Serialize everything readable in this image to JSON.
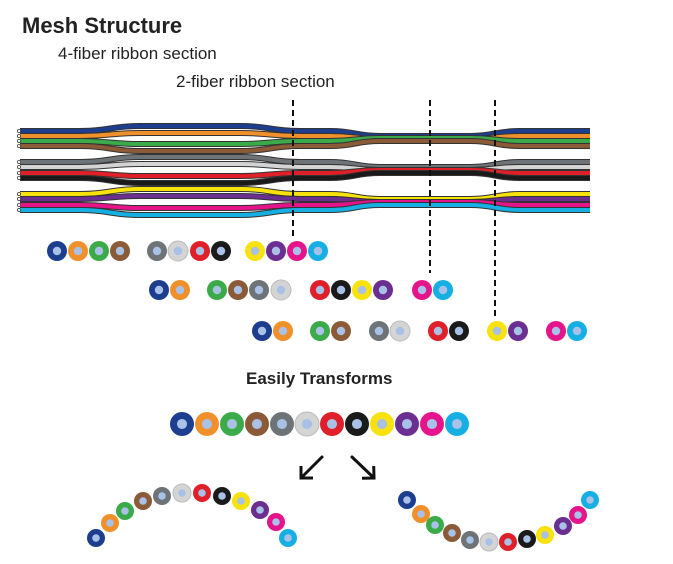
{
  "title": "Mesh Structure",
  "label_4fiber": "4-fiber ribbon section",
  "label_2fiber": "2-fiber ribbon section",
  "transform_label": "Easily Transforms",
  "fiber_colors": [
    {
      "name": "blue",
      "hex": "#1d3d8f"
    },
    {
      "name": "orange",
      "hex": "#f0902a"
    },
    {
      "name": "green",
      "hex": "#3bab49"
    },
    {
      "name": "brown",
      "hex": "#8b5a36"
    },
    {
      "name": "slate",
      "hex": "#6e7377"
    },
    {
      "name": "white",
      "hex": "#d4d4d4"
    },
    {
      "name": "red",
      "hex": "#e02028"
    },
    {
      "name": "black",
      "hex": "#1a1a1a"
    },
    {
      "name": "yellow",
      "hex": "#f8e20c"
    },
    {
      "name": "violet",
      "hex": "#6b2f91"
    },
    {
      "name": "rose",
      "hex": "#e5148a"
    },
    {
      "name": "aqua",
      "hex": "#16afe3"
    }
  ],
  "core_color": "#a9c1e6",
  "arrow_icon": "diagonal-arrow-icon"
}
